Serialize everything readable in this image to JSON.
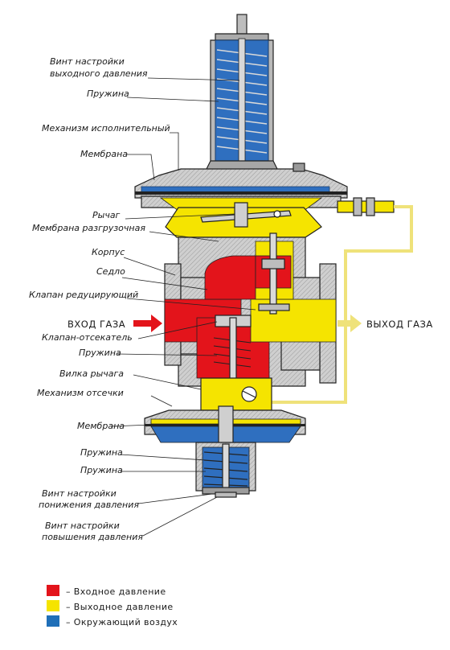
{
  "labels": {
    "adjust_screw_line1": "Винт настройки",
    "adjust_screw_line2": "выходного давления",
    "spring_top": "Пружина",
    "actuator": "Механизм исполнительный",
    "membrane_top": "Мембрана",
    "lever": "Рычаг",
    "relief_membrane": "Мембрана разгрузочная",
    "body": "Корпус",
    "seat": "Седло",
    "reducing_valve": "Клапан редуцирующий",
    "shutoff_valve": "Клапан-отсекатель",
    "spring_mid": "Пружина",
    "lever_fork": "Вилка рычага",
    "shutoff_mechanism": "Механизм отсечки",
    "membrane_bottom": "Мембрана",
    "spring_low1": "Пружина",
    "spring_low2": "Пружина",
    "lower_screw_line1": "Винт настройки",
    "lower_screw_line2": "понижения давления",
    "raise_screw_line1": "Винт настройки",
    "raise_screw_line2": "повышения давления"
  },
  "flow": {
    "inlet": "ВХОД ГАЗА",
    "outlet": "ВЫХОД ГАЗА"
  },
  "legend": [
    {
      "text": "– Входное давление",
      "color": "#e3141b"
    },
    {
      "text": "– Выходное давление",
      "color": "#f5e400"
    },
    {
      "text": "– Окружающий воздух",
      "color": "#1f6fb8"
    }
  ],
  "colors": {
    "inlet": "#e3141b",
    "outlet": "#f5e400",
    "air": "#1f6fb8",
    "metal": "#c7c7c7",
    "metal_dark": "#8c8c8c"
  }
}
